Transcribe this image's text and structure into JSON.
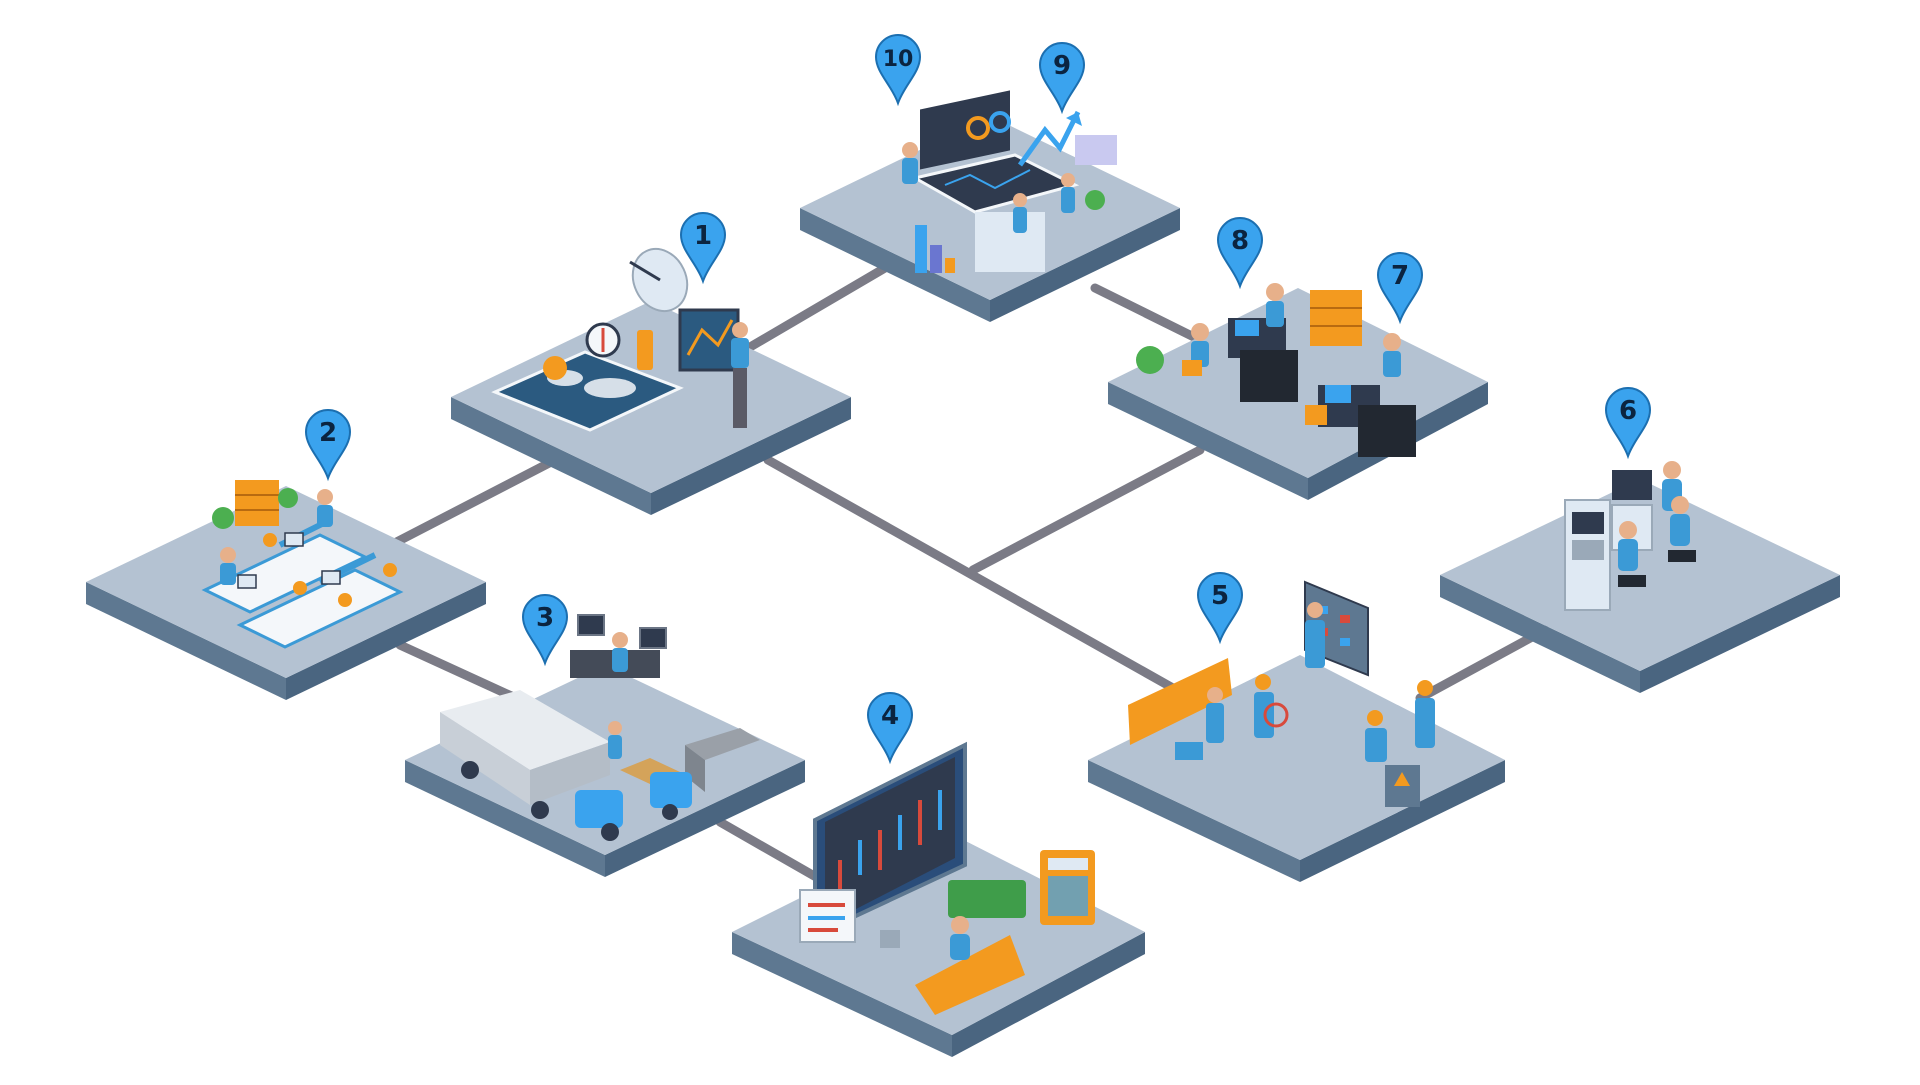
{
  "diagram": {
    "pins": [
      {
        "id": "pin-1",
        "label": "1"
      },
      {
        "id": "pin-2",
        "label": "2"
      },
      {
        "id": "pin-3",
        "label": "3"
      },
      {
        "id": "pin-4",
        "label": "4"
      },
      {
        "id": "pin-5",
        "label": "5"
      },
      {
        "id": "pin-6",
        "label": "6"
      },
      {
        "id": "pin-7",
        "label": "7"
      },
      {
        "id": "pin-8",
        "label": "8"
      },
      {
        "id": "pin-9",
        "label": "9"
      },
      {
        "id": "pin-10",
        "label": "10"
      }
    ],
    "colors": {
      "platform_top": "#b4c2d2",
      "platform_left": "#5e7891",
      "platform_right": "#4a6580",
      "connector": "#7b7b86",
      "pin_fill": "#3aa3ee",
      "pin_stroke": "#1c6fb0",
      "accent_orange": "#f39a1f",
      "staff_blue": "#3b9ad6",
      "screen_dark": "#2f3a4e"
    }
  }
}
